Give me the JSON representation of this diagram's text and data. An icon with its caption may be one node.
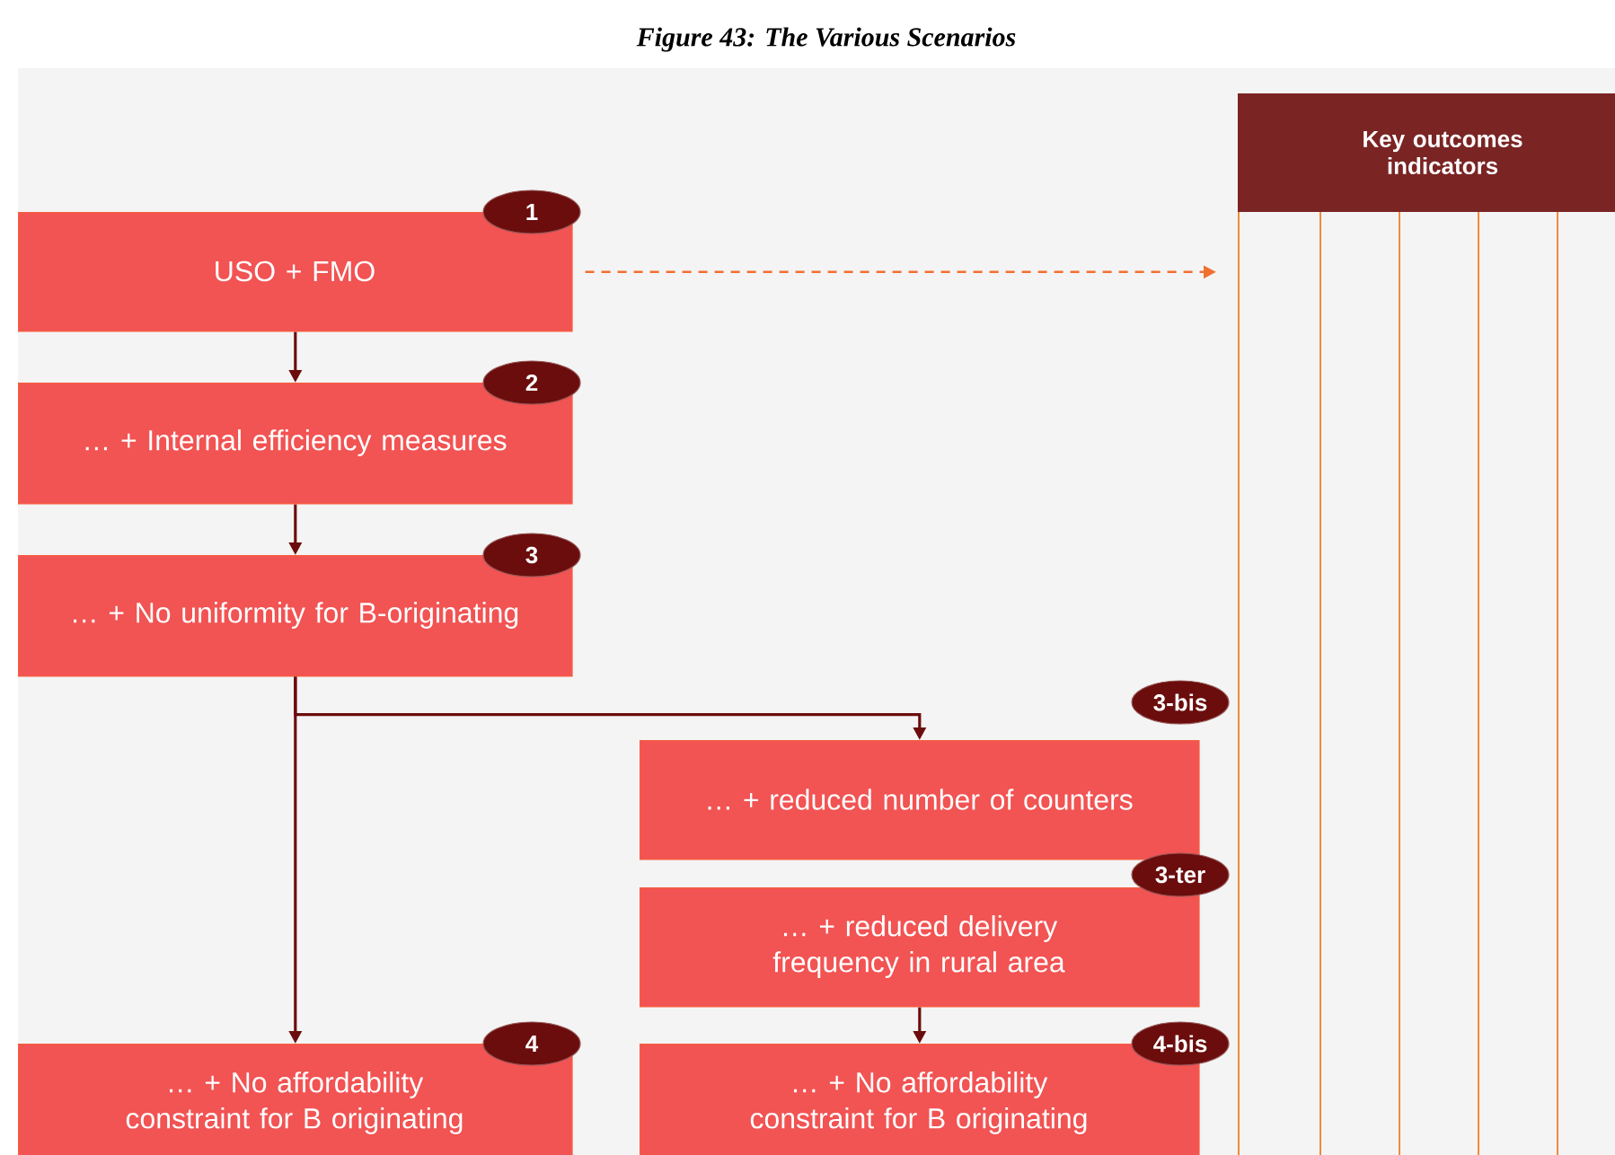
{
  "diagram": {
    "title": "Figure 43: The Various Scenarios",
    "nodes": [
      {
        "text": [
          "1",
          "USO + FMO"
        ]
      },
      {
        "text": [
          "2",
          "… + Internal efficiency measures"
        ]
      },
      {
        "text": [
          "3",
          "… + No uniformity for B-originating"
        ]
      },
      {
        "text": [
          "3-bis",
          "… + reduced number of counters"
        ]
      },
      {
        "text": [
          "3-ter",
          "… + reduced delivery frequency in rural area"
        ]
      },
      {
        "text": [
          "4",
          "… + No affordability constraint for B originating"
        ]
      },
      {
        "text": [
          "4-bis",
          "… + No affordability constraint for B originating"
        ]
      },
      {
        "text": [
          "Key outcomes indicators"
        ]
      }
    ],
    "edges": [
      {
        "from": 0,
        "to": 1,
        "arrow": "to"
      },
      {
        "from": 1,
        "to": 2,
        "arrow": "to"
      },
      {
        "from": 2,
        "to": 3,
        "arrow": "to"
      },
      {
        "from": 2,
        "to": 5,
        "arrow": "to"
      },
      {
        "from": 4,
        "to": 6,
        "arrow": "to"
      },
      {
        "from": 0,
        "to": 7,
        "arrow": "to",
        "style": "dashed",
        "color": "#f07030"
      }
    ]
  }
}
